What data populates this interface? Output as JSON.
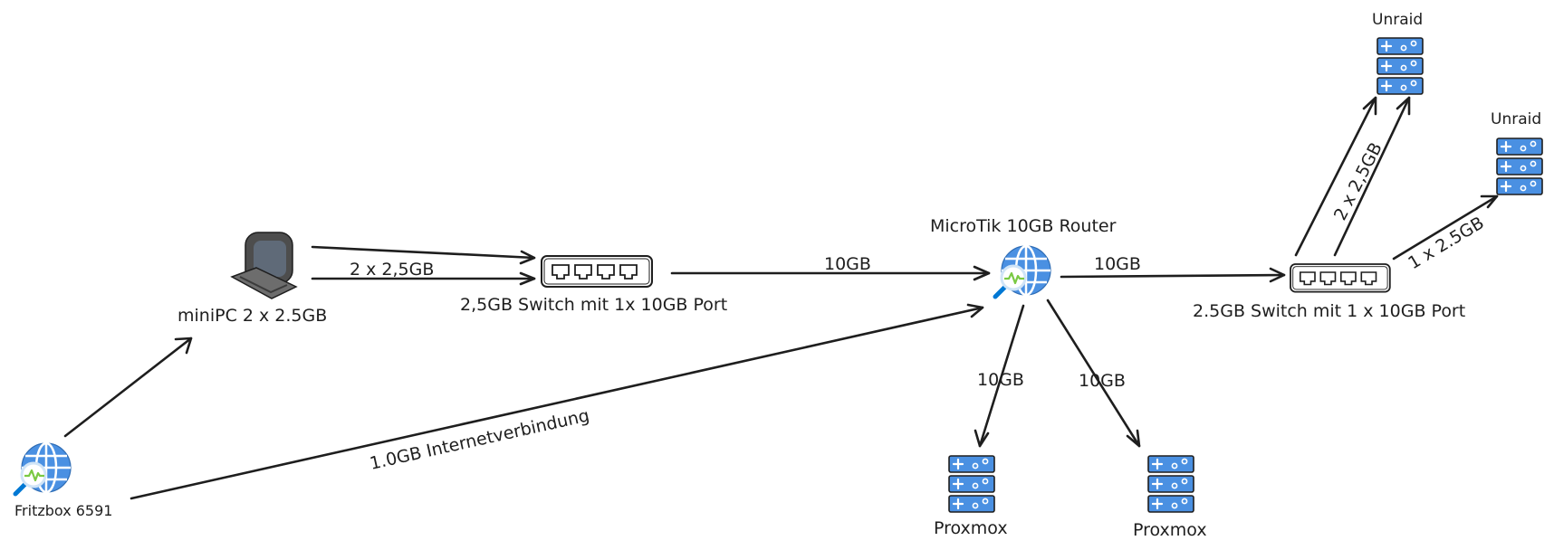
{
  "nodes": {
    "fritzbox": {
      "label": "Fritzbox 6591",
      "icon": "globe-search-icon"
    },
    "minipc": {
      "label": "miniPC 2 x 2.5GB",
      "icon": "desktop-computer-icon"
    },
    "switch1": {
      "label": "2,5GB Switch mit 1x 10GB Port",
      "icon": "network-switch-icon"
    },
    "router": {
      "label": "MicroTik 10GB Router",
      "icon": "globe-search-icon"
    },
    "switch2": {
      "label": "2.5GB Switch mit 1 x 10GB Port",
      "icon": "network-switch-icon"
    },
    "unraid1": {
      "label": "Unraid",
      "icon": "server-rack-icon"
    },
    "unraid2": {
      "label": "Unraid",
      "icon": "server-rack-icon"
    },
    "proxmox1": {
      "label": "Proxmox",
      "icon": "server-rack-icon"
    },
    "proxmox2": {
      "label": "Proxmox",
      "icon": "server-rack-icon"
    }
  },
  "edges": {
    "minipc_switch1": "2 x 2,5GB",
    "switch1_router": "10GB",
    "fritzbox_router": "1.0GB Internetverbindung",
    "router_switch2": "10GB",
    "router_proxmox1": "10GB",
    "router_proxmox2": "10GB",
    "switch2_unraid1": "2 x 2,5GB",
    "switch2_unraid2": "1 x 2.5GB"
  },
  "colors": {
    "stroke": "#1e1e1e",
    "server_fill": "#4a90e2",
    "globe_fill": "#4a90e2",
    "pulse": "#7ac943",
    "lens_handle": "#0078d4"
  }
}
